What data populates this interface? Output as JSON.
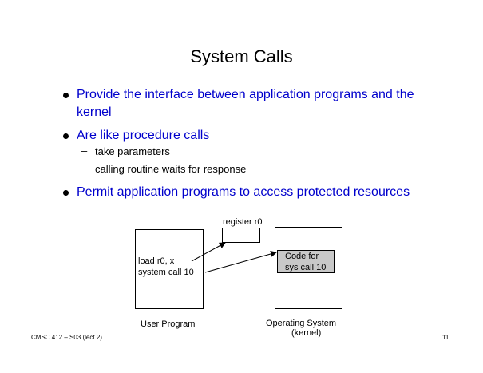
{
  "slide": {
    "title": "System Calls",
    "bullets": [
      "Provide the interface between application programs and the kernel",
      "Are like procedure calls",
      "Permit application programs to access protected resources"
    ],
    "subbullets": [
      "take parameters",
      "calling routine waits for response"
    ]
  },
  "diagram": {
    "register_label": "register r0",
    "user_code_line1": "load r0, x",
    "user_code_line2": "system call 10",
    "os_code_line1": "Code for",
    "os_code_line2": "sys call 10",
    "user_program_label": "User Program",
    "os_label_line1": "Operating System",
    "os_label_line2": "(kernel)"
  },
  "footer": {
    "course": "CMSC 412 – S03 (lect 2)",
    "page_number": "11"
  }
}
